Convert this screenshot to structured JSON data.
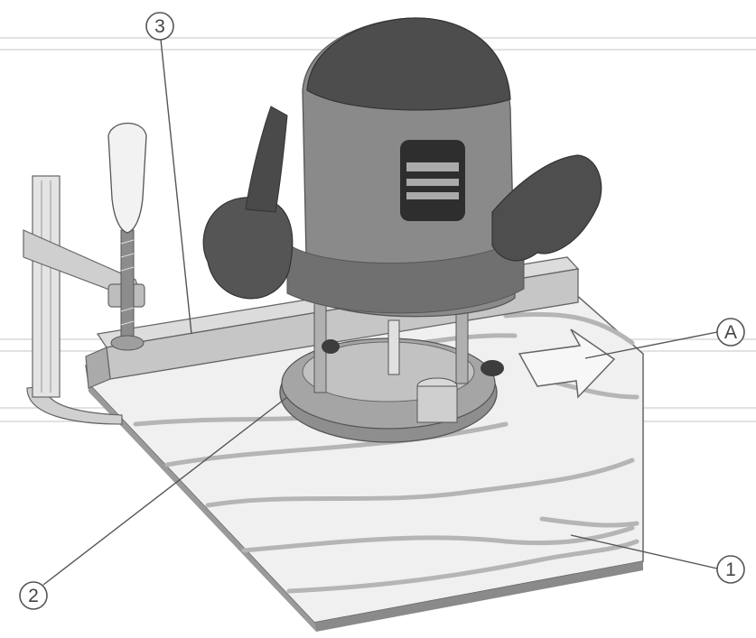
{
  "callouts": [
    {
      "id": "3",
      "label": "3"
    },
    {
      "id": "A",
      "label": "A"
    },
    {
      "id": "2",
      "label": "2"
    },
    {
      "id": "1",
      "label": "1"
    }
  ],
  "colors": {
    "board": "#e9e9e9",
    "board_grain": "#b9b9b9",
    "fence": "#c9c9c9",
    "router_body": "#7e7e7e",
    "router_top": "#4a4a4a",
    "clamp": "#d5d5d5",
    "arrow": "#f5f5f5"
  }
}
